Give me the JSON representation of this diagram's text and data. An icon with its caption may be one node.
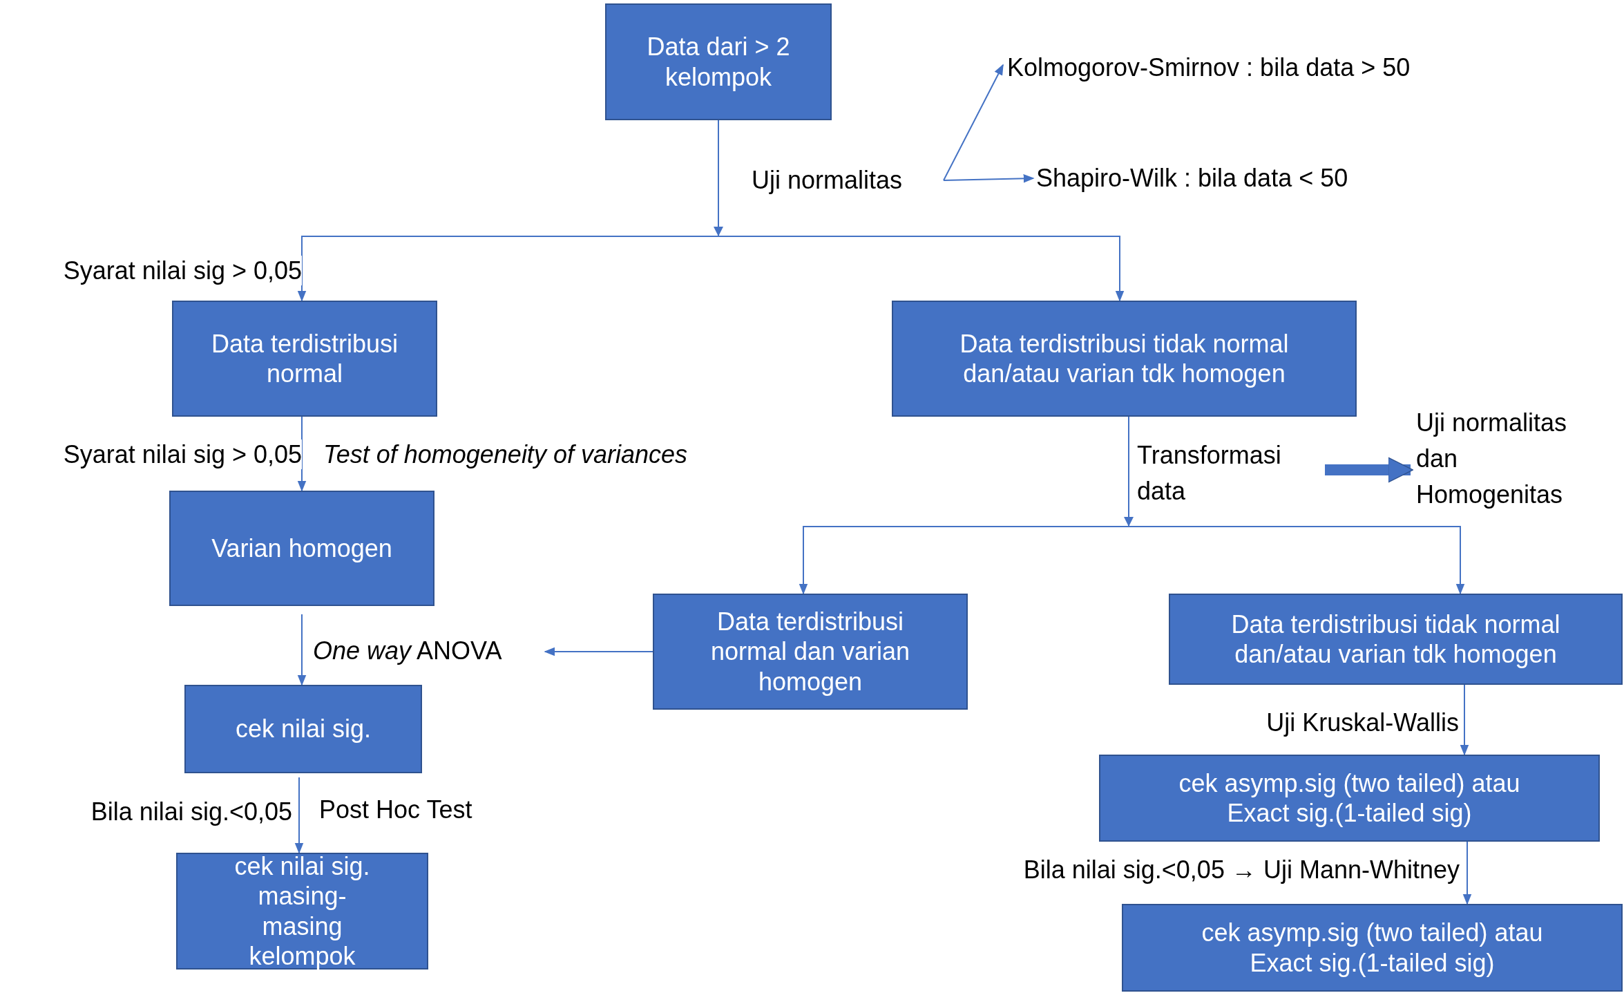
{
  "diagram": {
    "nodes": [
      {
        "text": [
          "Data dari > 2 kelompok"
        ]
      },
      {
        "text": [
          "Uji normalitas"
        ]
      },
      {
        "text": [
          "Kolmogorov-Smirnov : bila data > 50"
        ]
      },
      {
        "text": [
          "Shapiro-Wilk : bila data < 50"
        ]
      },
      {
        "text": [
          "Data terdistribusi normal"
        ]
      },
      {
        "text": [
          "Data terdistribusi tidak normal dan/atau varian tdk homogen"
        ]
      },
      {
        "text": [
          "Varian homogen"
        ]
      },
      {
        "text": [
          "Transformasi data"
        ]
      },
      {
        "text": [
          "Uji normalitas dan Homogenitas"
        ]
      },
      {
        "text": [
          "Data terdistribusi normal dan varian homogen"
        ]
      },
      {
        "text": [
          "Data terdistribusi tidak normal dan/atau varian tdk homogen"
        ]
      },
      {
        "text": [
          "*One way* ANOVA"
        ]
      },
      {
        "text": [
          "cek nilai sig."
        ]
      },
      {
        "text": [
          "cek asymp.sig (two tailed) atau Exact sig.(1-tailed sig)"
        ]
      },
      {
        "text": [
          "cek nilai sig. masing-masing kelompok"
        ]
      },
      {
        "text": [
          "cek asymp.sig (two tailed) atau Exact sig.(1-tailed sig)"
        ]
      }
    ],
    "edges": [
      {
        "from": 0,
        "to": 4,
        "arrow": "to",
        "label": "Syarat nilai sig > 0,05"
      },
      {
        "from": 0,
        "to": 5,
        "arrow": "to"
      },
      {
        "from": 1,
        "to": 2,
        "arrow": "to"
      },
      {
        "from": 1,
        "to": 3,
        "arrow": "to"
      },
      {
        "from": 4,
        "to": 6,
        "arrow": "to",
        "label": "Syarat nilai sig > 0,05"
      },
      {
        "from": 5,
        "to": 9,
        "arrow": "to"
      },
      {
        "from": 5,
        "to": 10,
        "arrow": "to"
      },
      {
        "from": 7,
        "to": 8,
        "arrow": "to",
        "style": "thick"
      },
      {
        "from": 6,
        "to": 12,
        "arrow": "to"
      },
      {
        "from": 9,
        "to": 11,
        "arrow": "to"
      },
      {
        "from": 10,
        "to": 13,
        "arrow": "to",
        "label": "Uji Kruskal-Wallis"
      },
      {
        "from": 12,
        "to": 14,
        "arrow": "to",
        "label": "Bila nilai sig.<0,05"
      },
      {
        "from": 13,
        "to": 15,
        "arrow": "to",
        "label": "Bila nilai sig.<0,05 → Uji Mann-Whitney"
      }
    ],
    "labels": [
      "Test of homogeneity of variances",
      "Post Hoc Test"
    ]
  }
}
